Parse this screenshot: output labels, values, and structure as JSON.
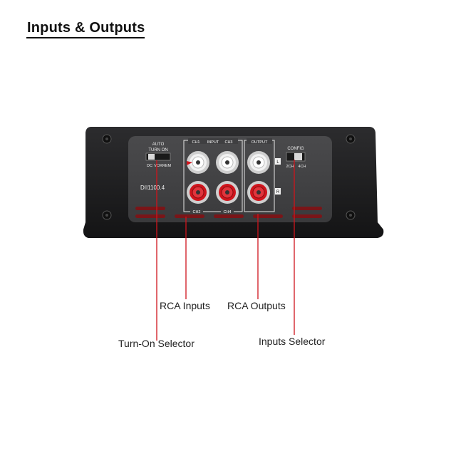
{
  "heading": "Inputs & Outputs",
  "device": {
    "model": "DII1100.4",
    "auto_turn_on": "AUTO",
    "turn_on": "TURN ON",
    "switch_positions": [
      "DC",
      "VOX",
      "REM"
    ],
    "input_header": [
      "CH1",
      "INPUT",
      "CH3"
    ],
    "input_footer": [
      "CH2",
      "CH4"
    ],
    "output_header": "OUTPUT",
    "output_channels": [
      "L",
      "R"
    ],
    "config_label": "CONFIG",
    "config_positions": [
      "2CH",
      "4CH"
    ]
  },
  "callouts": {
    "rca_inputs": "RCA Inputs",
    "rca_outputs": "RCA Outputs",
    "turn_on_selector": "Turn-On Selector",
    "inputs_selector": "Inputs Selector"
  },
  "colors": {
    "accent_red": "#d0141c",
    "chassis": "#1b1b1d",
    "jack_white": "#f2f2f2"
  }
}
